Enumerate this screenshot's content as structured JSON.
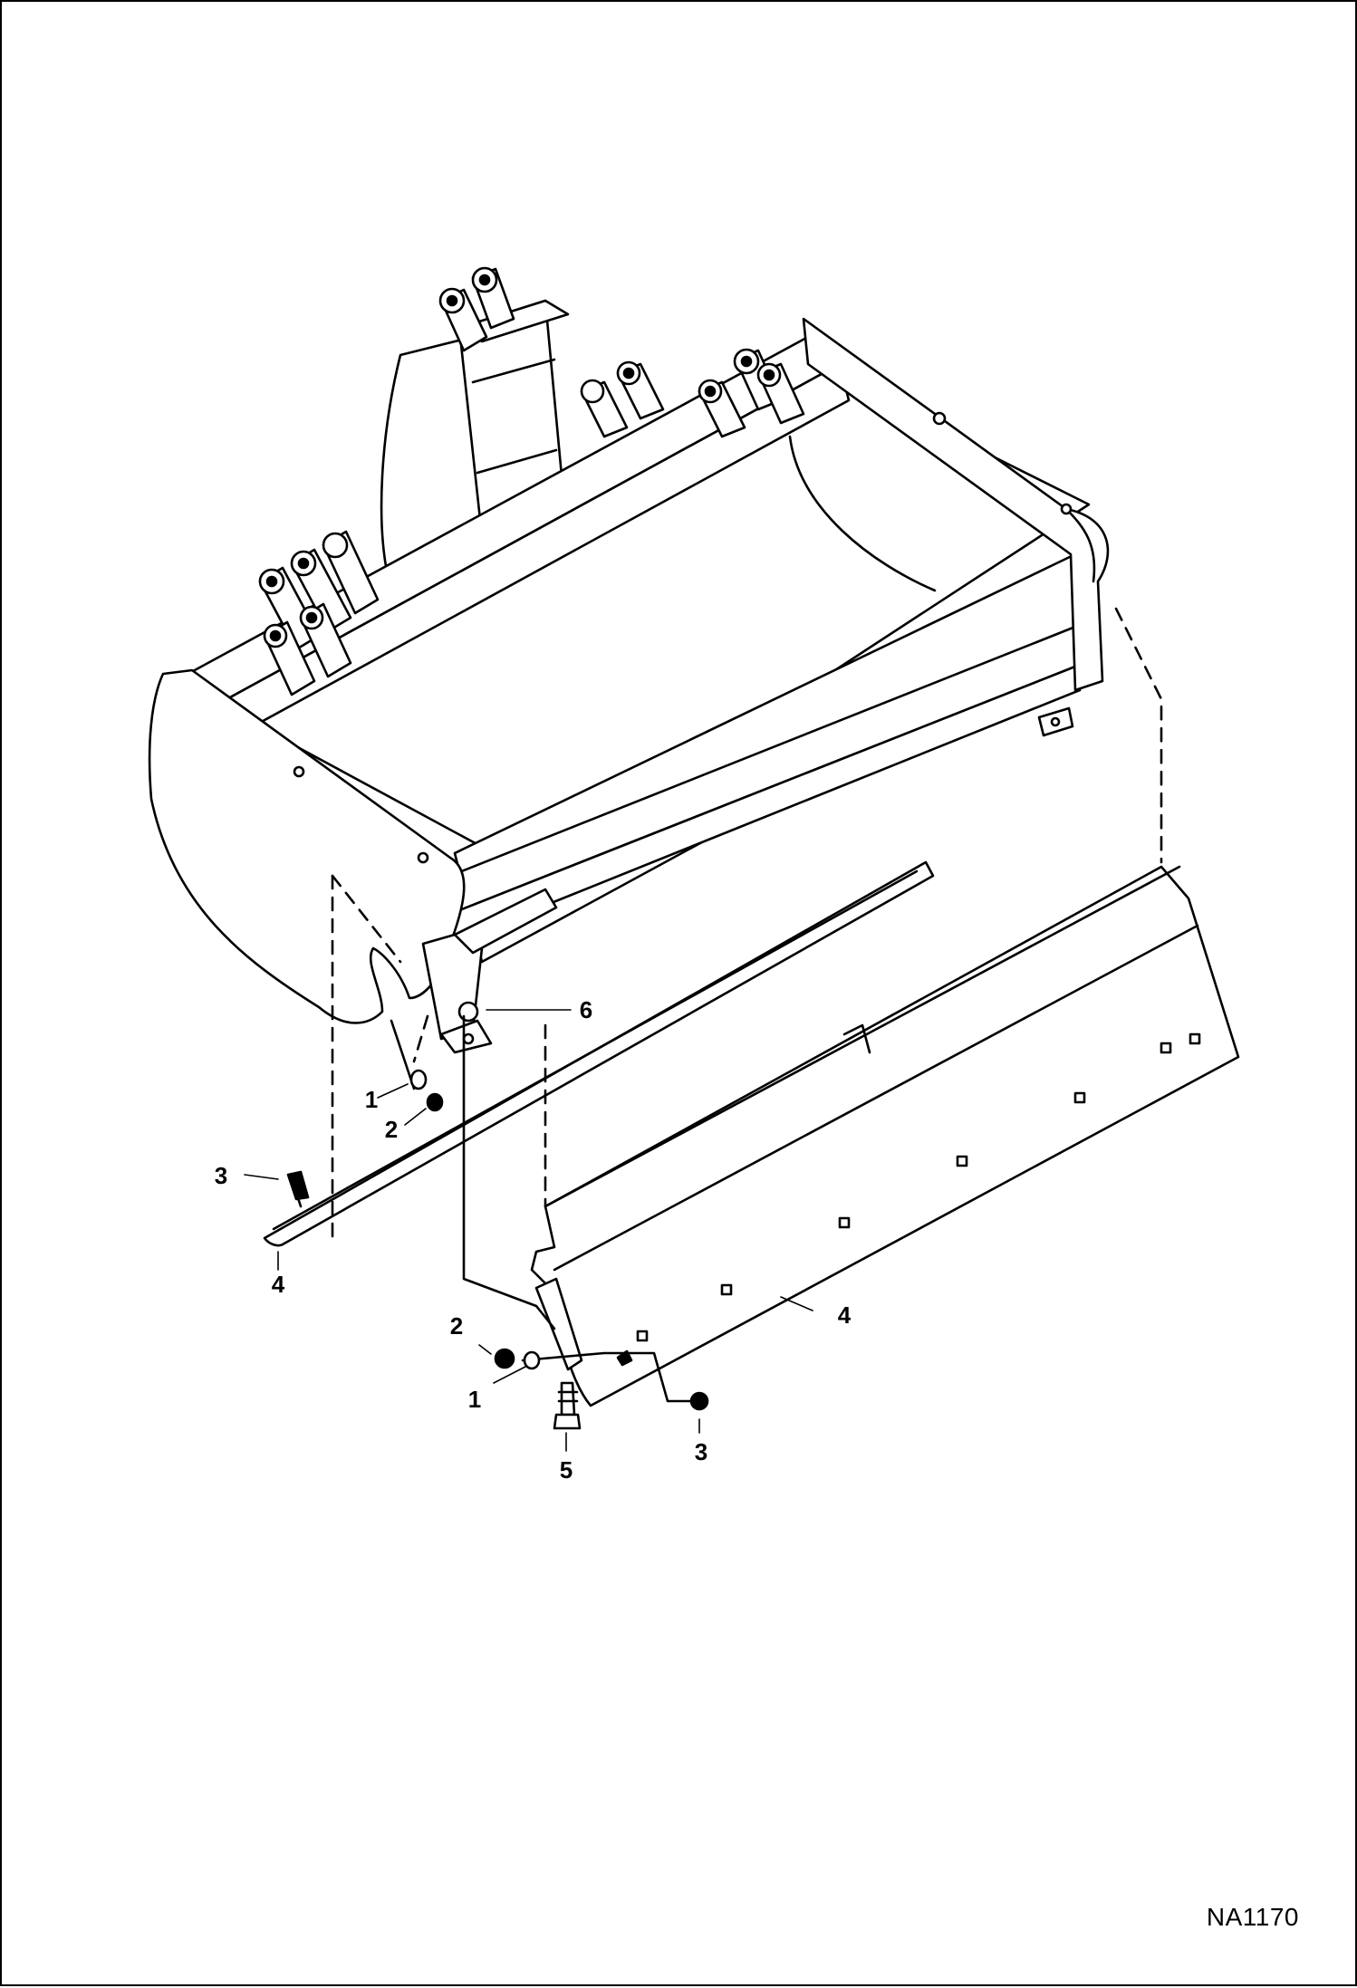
{
  "drawing": {
    "id": "NA1170"
  },
  "callouts": [
    {
      "key": "c6",
      "label": "6"
    },
    {
      "key": "c1a",
      "label": "1"
    },
    {
      "key": "c2a",
      "label": "2"
    },
    {
      "key": "c3a",
      "label": "3"
    },
    {
      "key": "c4a",
      "label": "4"
    },
    {
      "key": "c4b",
      "label": "4"
    },
    {
      "key": "c2b",
      "label": "2"
    },
    {
      "key": "c1b",
      "label": "1"
    },
    {
      "key": "c3b",
      "label": "3"
    },
    {
      "key": "c5",
      "label": "5"
    }
  ],
  "colors": {
    "line": "#000000",
    "paper": "#ffffff"
  }
}
